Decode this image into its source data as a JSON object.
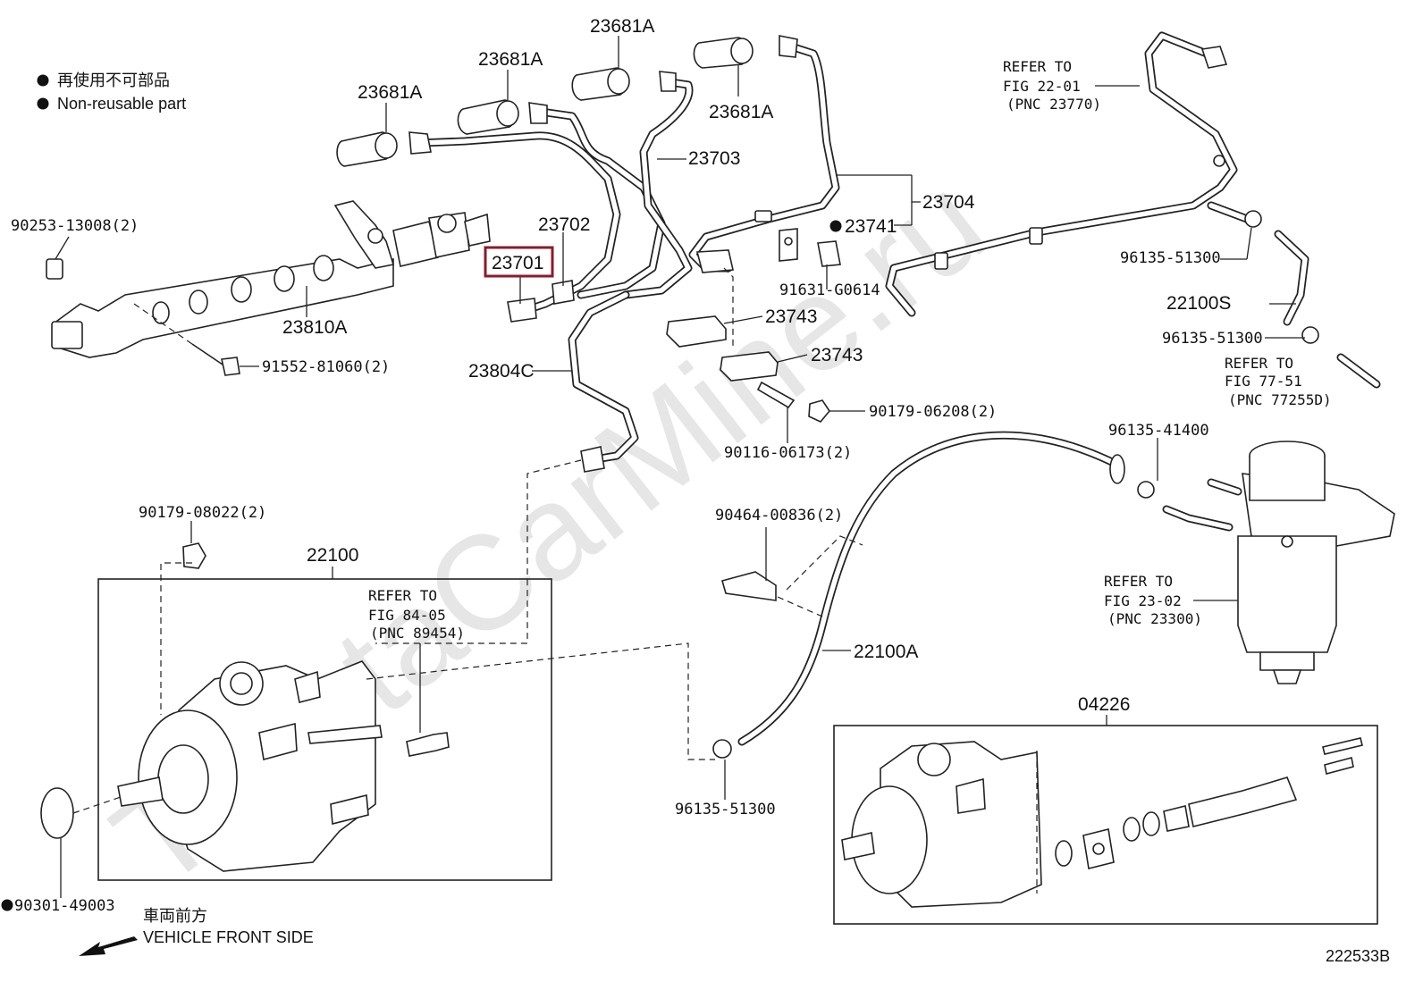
{
  "watermark": "ToyotaCarMine.ru",
  "legend": {
    "non_reusable_jp": "再使用不可部品",
    "non_reusable_en": "Non-reusable part"
  },
  "direction": {
    "jp": "車両前方",
    "en": "VEHICLE FRONT SIDE"
  },
  "figure_number": "222533B",
  "highlight_color": "#8b1a2b",
  "labels": {
    "p23681a_1": "23681A",
    "p23681a_2": "23681A",
    "p23681a_3": "23681A",
    "p23681a_4": "23681A",
    "p23703": "23703",
    "p23704": "23704",
    "p23702": "23702",
    "p23701": "23701",
    "p23741": "23741",
    "p91631": "91631-G0614",
    "p23743a": "23743",
    "p23743b": "23743",
    "p90253": "90253-13008(2)",
    "p23810a": "23810A",
    "p91552": "91552-81060(2)",
    "p23804c": "23804C",
    "p90179_06208": "90179-06208(2)",
    "p90116": "90116-06173(2)",
    "p96135_51300_a": "96135-51300",
    "p22100s": "22100S",
    "p96135_51300_b": "96135-51300",
    "p96135_41400": "96135-41400",
    "p90179_08022": "90179-08022(2)",
    "p22100": "22100",
    "p90464": "90464-00836(2)",
    "p22100a": "22100A",
    "p96135_51300_c": "96135-51300",
    "p04226": "04226",
    "p90301": "90301-49003"
  },
  "refs": {
    "fig22": {
      "line1": "REFER TO",
      "line2": "FIG 22-01",
      "line3": "(PNC 23770)"
    },
    "fig77": {
      "line1": "REFER TO",
      "line2": "FIG 77-51",
      "line3": "(PNC 77255D)"
    },
    "fig84": {
      "line1": "REFER TO",
      "line2": "FIG 84-05",
      "line3": "(PNC 89454)"
    },
    "fig23": {
      "line1": "REFER TO",
      "line2": "FIG 23-02",
      "line3": "(PNC 23300)"
    }
  }
}
